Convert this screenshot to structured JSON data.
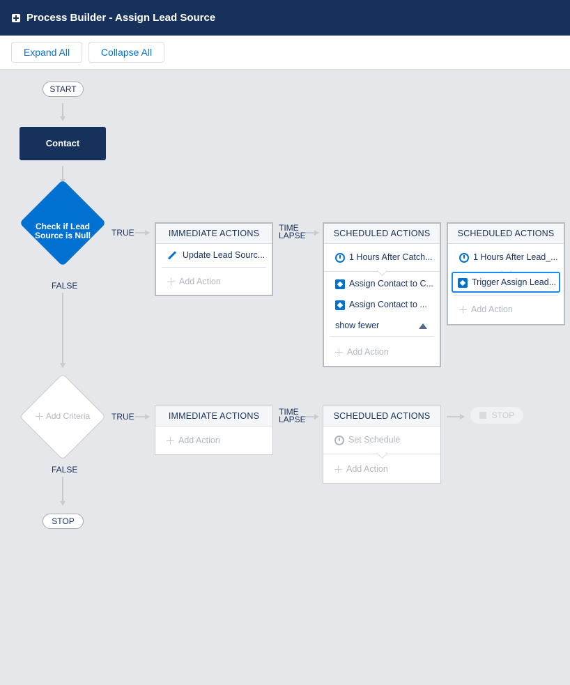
{
  "header": {
    "title": "Process Builder - Assign Lead Source"
  },
  "toolbar": {
    "expand_all": "Expand All",
    "collapse_all": "Collapse All"
  },
  "flow": {
    "start_label": "START",
    "stop_label": "STOP",
    "object_node": "Contact",
    "criteria1": {
      "label": "Check if Lead Source is Null",
      "true_label": "TRUE",
      "false_label": "FALSE",
      "time_lapse": "TIME LAPSE",
      "immediate": {
        "header": "IMMEDIATE ACTIONS",
        "action": "Update Lead Sourc...",
        "add_action": "Add Action"
      },
      "scheduled1": {
        "header": "SCHEDULED ACTIONS",
        "schedule": "1 Hours After Catch...",
        "actions": [
          "Assign Contact to C...",
          "Assign Contact to ..."
        ],
        "show_fewer": "show fewer",
        "add_action": "Add Action"
      },
      "scheduled2": {
        "header": "SCHEDULED ACTIONS",
        "schedule": "1 Hours After Lead_...",
        "action": "Trigger Assign Lead...",
        "add_action": "Add Action"
      }
    },
    "criteria2": {
      "label": "Add Criteria",
      "true_label": "TRUE",
      "false_label": "FALSE",
      "time_lapse": "TIME LAPSE",
      "immediate": {
        "header": "IMMEDIATE ACTIONS",
        "add_action": "Add Action"
      },
      "scheduled": {
        "header": "SCHEDULED ACTIONS",
        "set_schedule": "Set Schedule",
        "add_action": "Add Action"
      },
      "stop_ghost": "STOP"
    }
  },
  "colors": {
    "navy": "#16325c",
    "brand_blue": "#0070d2",
    "canvas": "#e6e7ea"
  }
}
